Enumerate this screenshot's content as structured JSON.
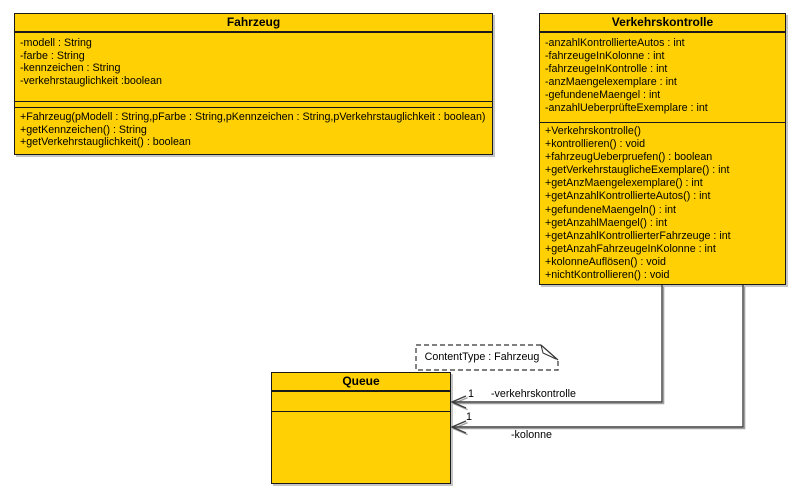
{
  "classes": [
    {
      "name": "Fahrzeug",
      "attributes": [
        "-modell : String",
        "-farbe : String",
        "-kennzeichen : String",
        "-verkehrstauglichkeit :boolean"
      ],
      "methods": [
        "+Fahrzeug(pModell : String,pFarbe : String,pKennzeichen : String,pVerkehrstauglichkeit : boolean)",
        "+getKennzeichen() : String",
        "+getVerkehrstauglichkeit() : boolean"
      ]
    },
    {
      "name": "Verkehrskontrolle",
      "attributes": [
        "-anzahlKontrollierteAutos : int",
        "-fahrzeugeInKolonne : int",
        "-fahrzeugeInKontrolle : int",
        "-anzMaengelexemplare : int",
        "-gefundeneMaengel : int",
        "-anzahlUeberprüfteExemplare : int"
      ],
      "methods": [
        "+Verkehrskontrolle()",
        "+kontrollieren() : void",
        "+fahrzeugUeberpruefen() : boolean",
        "+getVerkehrstauglicheExemplare() : int",
        "+getAnzMaengelexemplare() : int",
        "+getAnzahlKontrollierteAutos() : int",
        "+gefundeneMaengeln() : int",
        "+getAnzahlMaengel() : int",
        "+getAnzahlKontrollierterFahrzeuge : int",
        "+getAnzahFahrzeugeInKolonne : int",
        "+kolonneAuflösen() : void",
        "+nichtKontrollieren() : void"
      ]
    },
    {
      "name": "Queue",
      "attributes": [],
      "methods": []
    }
  ],
  "note": {
    "text": "ContentType : Fahrzeug"
  },
  "associations": [
    {
      "multiplicity": "1",
      "role": "-verkehrskontrolle"
    },
    {
      "multiplicity": "1",
      "role": "-kolonne"
    }
  ],
  "colors": {
    "class_fill": "#FFD104",
    "class_border": "#1A1A1A",
    "connector": "#3F3F3F",
    "connector_shadow": "#A0A0A0",
    "background": "#FFFFFF"
  }
}
